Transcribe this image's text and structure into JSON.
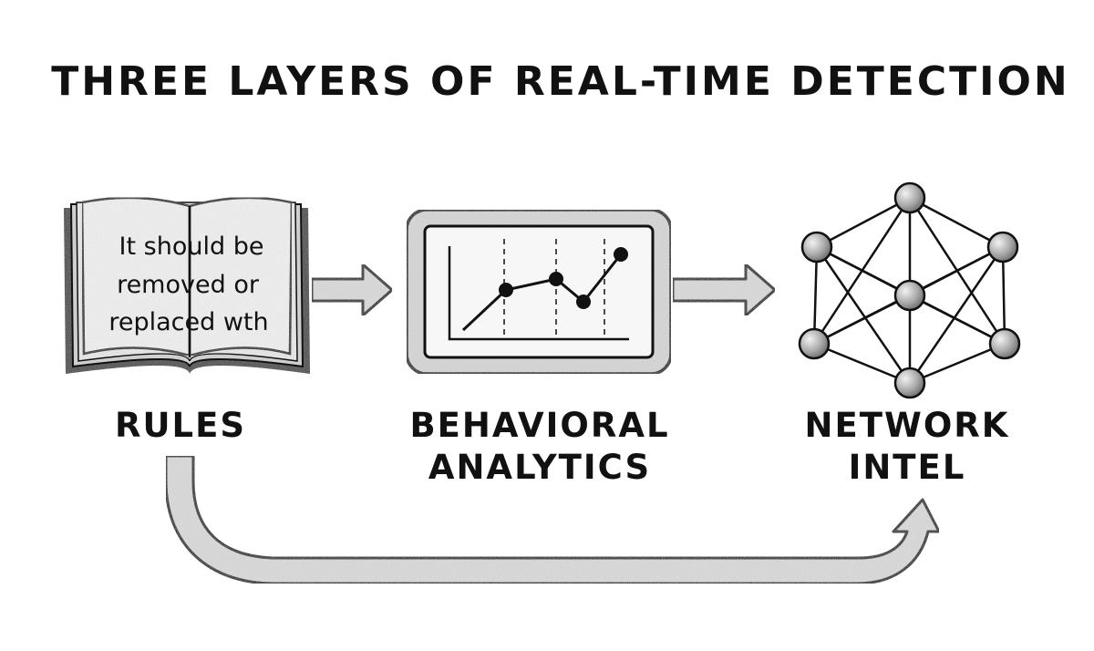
{
  "title": "THREE LAYERS OF REAL-TIME DETECTION",
  "stages": [
    {
      "id": "rules",
      "icon": "open-book-icon",
      "label_lines": [
        "RULES"
      ],
      "book_text_lines": [
        "It should be",
        "removed or",
        "replaced wth"
      ]
    },
    {
      "id": "behavioral-analytics",
      "icon": "line-chart-monitor-icon",
      "label_lines": [
        "BEHAVIORAL",
        "ANALYTICS"
      ]
    },
    {
      "id": "network-intel",
      "icon": "network-graph-icon",
      "label_lines": [
        "NETWORK",
        "INTEL"
      ]
    }
  ],
  "colors": {
    "ink": "#111111",
    "shade": "#d9d9d9",
    "paper": "#f4f4f4",
    "node": "#bdbdbd"
  }
}
